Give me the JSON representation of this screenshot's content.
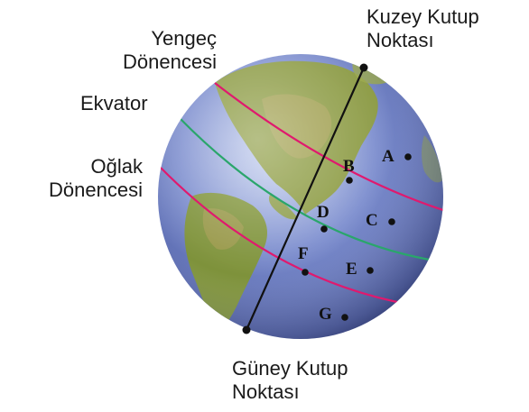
{
  "labels": {
    "north_pole": [
      "Kuzey Kutup",
      "Noktası"
    ],
    "tropic_cancer": [
      "Yengeç",
      "Dönencesi"
    ],
    "equator": "Ekvator",
    "tropic_capricorn": [
      "Oğlak",
      "Dönencesi"
    ],
    "south_pole": [
      "Güney Kutup",
      "Noktası"
    ]
  },
  "points": [
    "A",
    "B",
    "C",
    "D",
    "E",
    "F",
    "G"
  ],
  "colors": {
    "tropic_lines": "#e0196e",
    "equator_line": "#2aa66b",
    "axis_line": "#111111",
    "ocean": "#5a6fb8",
    "land": "#8a9a3a"
  }
}
